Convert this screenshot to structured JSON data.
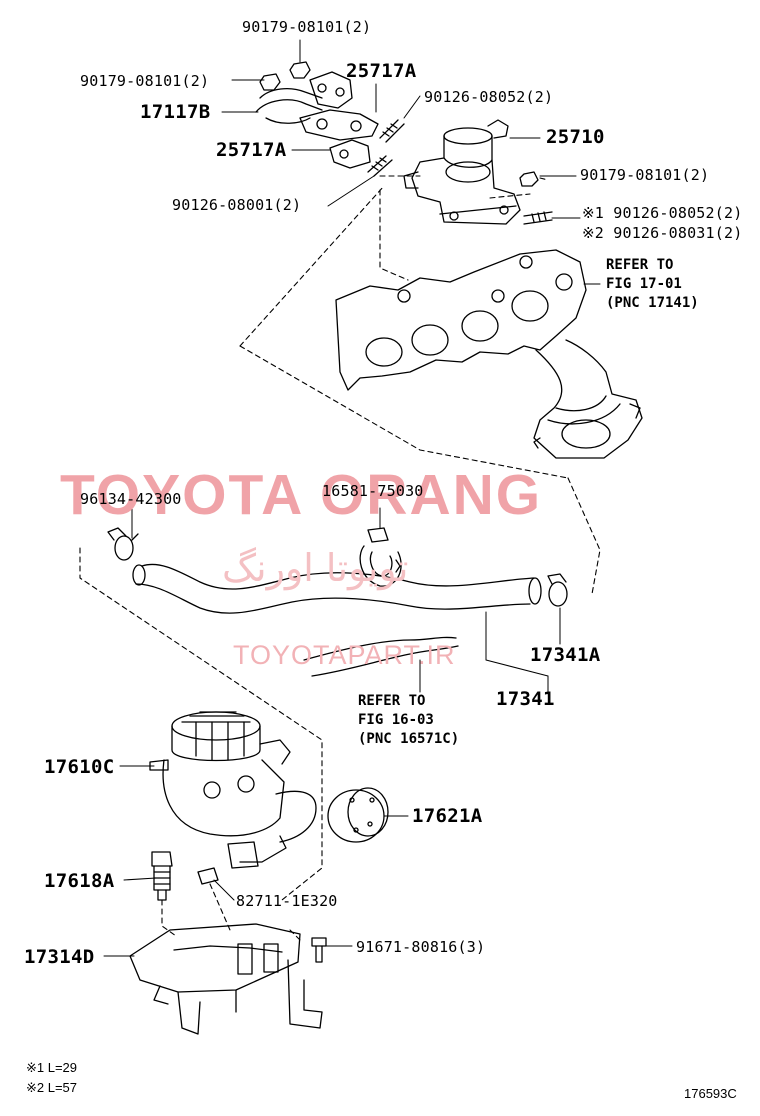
{
  "watermark": {
    "brand": "TOYOTA ORANG",
    "persian": "تویوتا اورنگ",
    "site": "TOYOTAPART.IR"
  },
  "labels": {
    "p1": "90179-08101(2)",
    "p2": "90179-08101(2)",
    "p3": "25717A",
    "p4": "17117B",
    "p5": "90126-08052(2)",
    "p6": "25710",
    "p7": "25717A",
    "p8": "90179-08101(2)",
    "p9": "90126-08001(2)",
    "p10": "※1 90126-08052(2)",
    "p11": "※2 90126-08031(2)",
    "p12": "96134-42300",
    "p13": "16581-75030",
    "p14": "17341A",
    "p15": "17341",
    "p16": "17610C",
    "p17": "17621A",
    "p18": "17618A",
    "p19": "82711-1E320",
    "p20": "17314D",
    "p21": "91671-80816(3)"
  },
  "refer_notes": {
    "r1_line1": "REFER TO",
    "r1_line2": "FIG 17-01",
    "r1_line3": "(PNC 17141)",
    "r2_line1": "REFER TO",
    "r2_line2": "FIG 16-03",
    "r2_line3": "(PNC 16571C)"
  },
  "footnotes": {
    "n1": "※1 L=29",
    "n2": "※2 L=57"
  },
  "figure_code": "176593C"
}
